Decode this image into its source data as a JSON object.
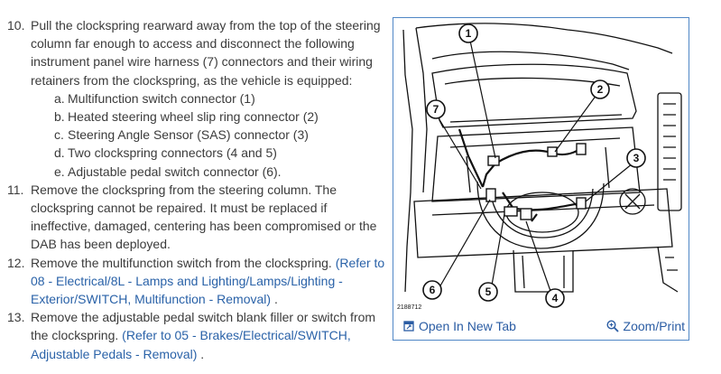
{
  "steps": [
    {
      "number": "10.",
      "text": "Pull the clockspring rearward away from the top of the steering column far enough to access and disconnect the following instrument panel wire harness (7) connectors and their wiring retainers from the clockspring, as the vehicle is equipped:",
      "subs": [
        {
          "letter": "a.",
          "text": "Multifunction switch connector (1)"
        },
        {
          "letter": "b.",
          "text": "Heated steering wheel slip ring connector (2)"
        },
        {
          "letter": "c.",
          "text": "Steering Angle Sensor (SAS) connector (3)"
        },
        {
          "letter": "d.",
          "text": "Two clockspring connectors (4 and 5)"
        },
        {
          "letter": "e.",
          "text": "Adjustable pedal switch connector (6)."
        }
      ]
    },
    {
      "number": "11.",
      "text": "Remove the clockspring from the steering column. The clockspring cannot be repaired. It must be replaced if ineffective, damaged, centering has been compromised or the DAB has been deployed."
    },
    {
      "number": "12.",
      "text": "Remove the multifunction switch from the clockspring. ",
      "link": "(Refer to 08 - Electrical/8L - Lamps and Lighting/Lamps/Lighting - Exterior/SWITCH, Multifunction - Removal)",
      "after": " ."
    },
    {
      "number": "13.",
      "text": "Remove the adjustable pedal switch blank filler or switch from the clockspring. ",
      "link": "(Refer to 05 - Brakes/Electrical/SWITCH, Adjustable Pedals - Removal)",
      "after": " ."
    }
  ],
  "figure": {
    "id_label": "2188712",
    "callouts": [
      "1",
      "2",
      "3",
      "4",
      "5",
      "6",
      "7"
    ],
    "open_tab_label": "Open In New Tab",
    "zoom_label": "Zoom/Print",
    "border_color": "#4f86c6",
    "link_color": "#2a62a8"
  }
}
